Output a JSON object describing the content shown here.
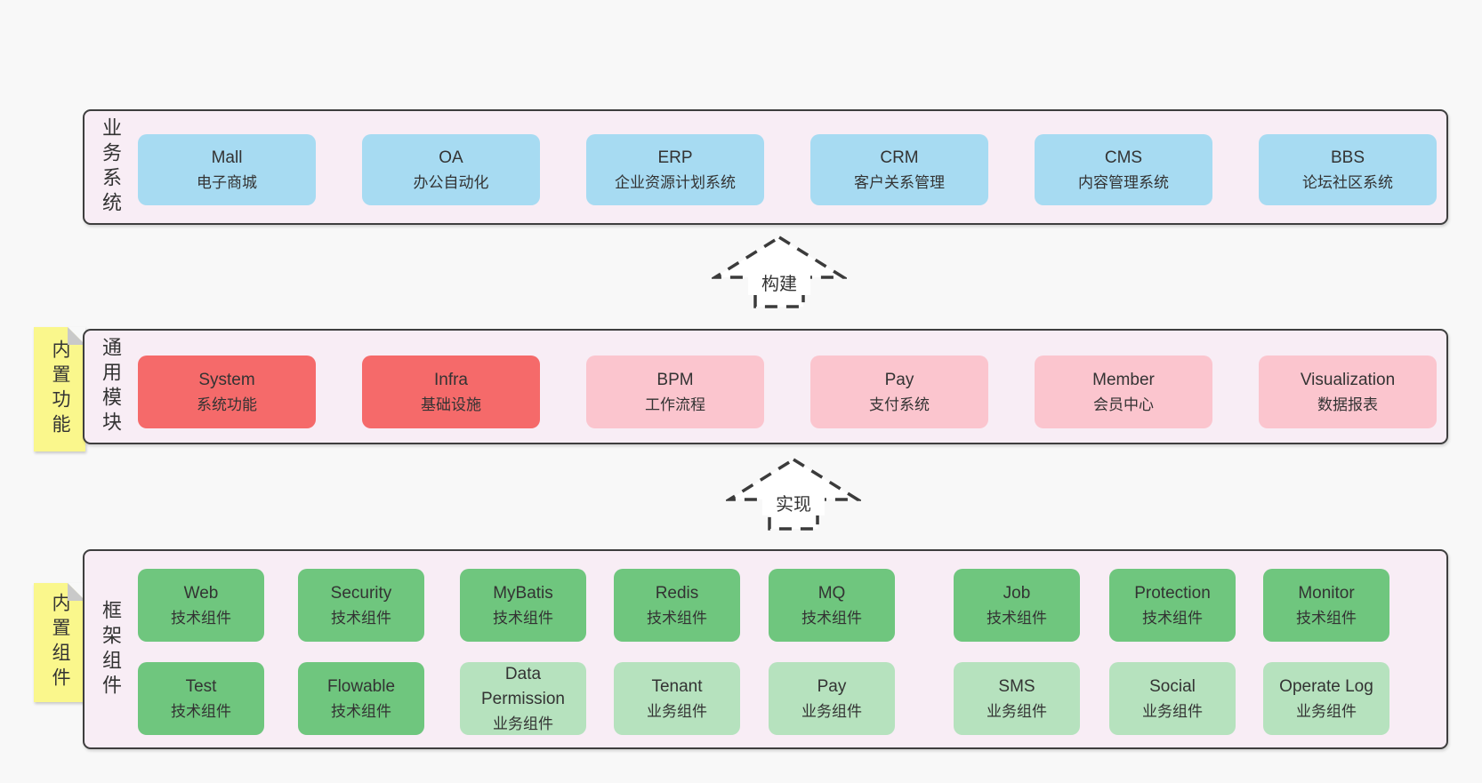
{
  "colors": {
    "page_bg": "#f8f8f8",
    "band_bg": "#f8edf5",
    "band_border": "#3e3e3e",
    "system_box_blue": "#a7dbf2",
    "module_box_red": "#f56a6a",
    "module_box_pink": "#fbc5ce",
    "component_box_green_dark": "#6fc67e",
    "component_box_green_light": "#b6e2be",
    "sticky_yellow": "#faf78c",
    "sticky_fold_gray": "#c9c9c9",
    "text": "#333333"
  },
  "arrows": [
    {
      "label": "构建"
    },
    {
      "label": "实现"
    }
  ],
  "bands": {
    "business": {
      "side_label": "业务系统",
      "boxes": [
        {
          "name": "Mall",
          "subtitle": "电子商城"
        },
        {
          "name": "OA",
          "subtitle": "办公自动化"
        },
        {
          "name": "ERP",
          "subtitle": "企业资源计划系统"
        },
        {
          "name": "CRM",
          "subtitle": "客户关系管理"
        },
        {
          "name": "CMS",
          "subtitle": "内容管理系统"
        },
        {
          "name": "BBS",
          "subtitle": "论坛社区系统"
        }
      ]
    },
    "modules": {
      "side_label": "通用模块",
      "sticky": "内置功能",
      "boxes": [
        {
          "name": "System",
          "subtitle": "系统功能"
        },
        {
          "name": "Infra",
          "subtitle": "基础设施"
        },
        {
          "name": "BPM",
          "subtitle": "工作流程"
        },
        {
          "name": "Pay",
          "subtitle": "支付系统"
        },
        {
          "name": "Member",
          "subtitle": "会员中心"
        },
        {
          "name": "Visualization",
          "subtitle": "数据报表"
        }
      ]
    },
    "components": {
      "side_label": "框架组件",
      "sticky": "内置组件",
      "rows": [
        [
          {
            "name": "Web",
            "subtitle": "技术组件"
          },
          {
            "name": "Security",
            "subtitle": "技术组件"
          },
          {
            "name": "MyBatis",
            "subtitle": "技术组件"
          },
          {
            "name": "Redis",
            "subtitle": "技术组件"
          },
          {
            "name": "MQ",
            "subtitle": "技术组件"
          },
          {
            "name": "Job",
            "subtitle": "技术组件"
          },
          {
            "name": "Protection",
            "subtitle": "技术组件"
          },
          {
            "name": "Monitor",
            "subtitle": "技术组件"
          }
        ],
        [
          {
            "name": "Test",
            "subtitle": "技术组件"
          },
          {
            "name": "Flowable",
            "subtitle": "技术组件"
          },
          {
            "name": "Data Permission",
            "subtitle": "业务组件"
          },
          {
            "name": "Tenant",
            "subtitle": "业务组件"
          },
          {
            "name": "Pay",
            "subtitle": "业务组件"
          },
          {
            "name": "SMS",
            "subtitle": "业务组件"
          },
          {
            "name": "Social",
            "subtitle": "业务组件"
          },
          {
            "name": "Operate Log",
            "subtitle": "业务组件"
          }
        ]
      ]
    }
  }
}
